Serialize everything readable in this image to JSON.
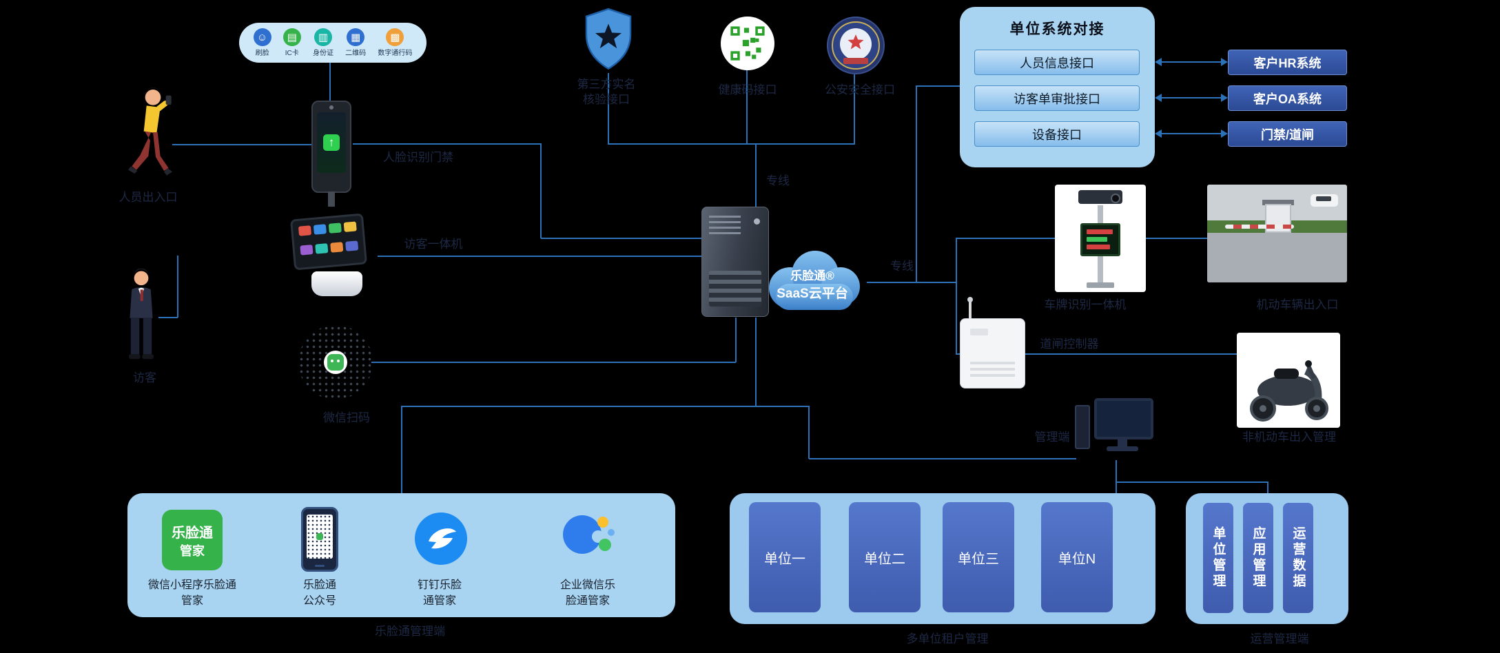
{
  "colors": {
    "background": "#000000",
    "panel_light_blue": "#a9d4f1",
    "panel_mid_blue": "#9cc9ee",
    "pill_blue": "#cfe9f8",
    "interface_button_blue": "#86bdeb",
    "system_box_blue": "#2c4a95",
    "unit_card_blue": "#3f5cae",
    "cloud_blue": "#3b7fc9",
    "line_blue": "#2b72b8",
    "brand_green": "#35b24a",
    "dingtalk_blue": "#1d8cf2"
  },
  "icons": {
    "up_arrow_glyph": "↑"
  },
  "access_pill": {
    "items": [
      {
        "icon": "face-scan-icon",
        "glyph": "☺",
        "label": "刷脸",
        "color": "#2f6fd0"
      },
      {
        "icon": "ic-card-icon",
        "glyph": "▤",
        "label": "IC卡",
        "color": "#35b24a"
      },
      {
        "icon": "id-card-icon",
        "glyph": "▥",
        "label": "身份证",
        "color": "#19b5a5"
      },
      {
        "icon": "qr-code-icon",
        "glyph": "▦",
        "label": "二维码",
        "color": "#2f6fd0"
      },
      {
        "icon": "digital-pass-icon",
        "glyph": "▩",
        "label": "数字通行码",
        "color": "#f0a03a"
      }
    ]
  },
  "left_area": {
    "person_entry_label": "人员出入口",
    "face_device_label": "人脸识别门禁",
    "kiosk_label": "访客一体机",
    "wechat_scan_label": "微信扫码",
    "visitor_label": "访客"
  },
  "cloud": {
    "brand": "乐脸通®",
    "platform": "SaaS云平台"
  },
  "external_interfaces": {
    "identity_verify_label": "第三方实名核验接口",
    "health_code_label": "健康码接口",
    "police_label": "公安安全接口"
  },
  "connections": {
    "leased_line_1": "专线",
    "leased_line_2": "专线"
  },
  "unit_system_panel": {
    "title": "单位系统对接",
    "interfaces": [
      "人员信息接口",
      "访客单审批接口",
      "设备接口"
    ],
    "systems": [
      "客户HR系统",
      "客户OA系统",
      "门禁/道闸"
    ]
  },
  "right_area": {
    "lpr_camera_label": "车牌识别一体机",
    "vehicle_gate_label": "机动车辆出入口",
    "controller_label": "道闸控制器",
    "scooter_label": "非机动车出入管理",
    "workstation_label": "管理端"
  },
  "clients_panel": {
    "items": [
      {
        "icon": "lelliantong-logo",
        "logo_line1": "乐脸通",
        "logo_line2": "管家",
        "caption": "微信小程序乐脸通管家"
      },
      {
        "icon": "official-account-phone-icon",
        "caption": "乐脸通公众号"
      },
      {
        "icon": "dingtalk-icon",
        "caption": "钉钉乐脸通管家"
      },
      {
        "icon": "wecom-icon",
        "caption": "企业微信乐脸通管家"
      }
    ],
    "caption": "乐脸通管理端"
  },
  "units_panel": {
    "units": [
      "单位一",
      "单位二",
      "单位三",
      "单位N"
    ],
    "caption": "多单位租户管理"
  },
  "ops_panel": {
    "bars": [
      "单位管理",
      "应用管理",
      "运营数据"
    ],
    "caption": "运营管理端"
  }
}
